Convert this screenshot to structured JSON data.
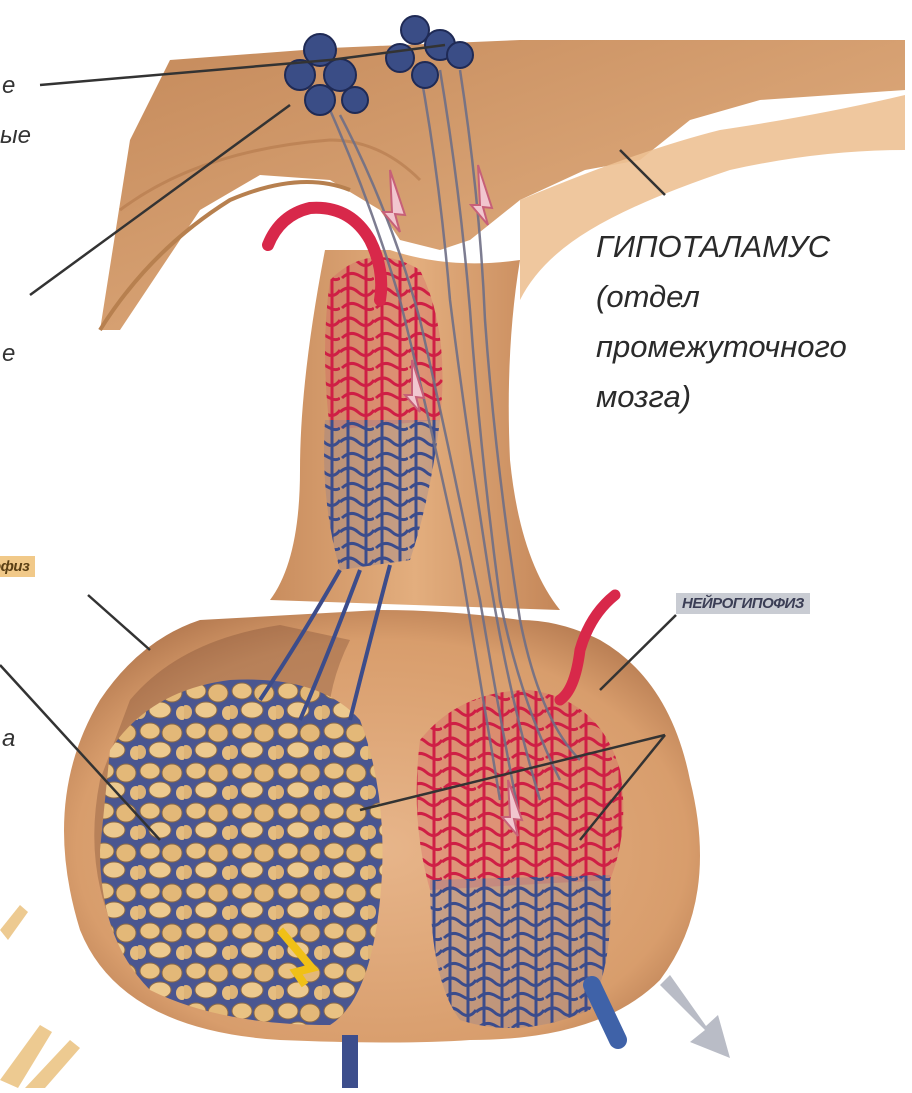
{
  "labels": {
    "hypothalamus": {
      "line1": "ГИПОТАЛАМУС",
      "line2": "(отдел",
      "line3": "промежуточного",
      "line4": "мозга)"
    },
    "neurohypophysis": "НЕЙРОГИПОФИЗ",
    "adenohypophysis_fragment": "офиз",
    "left_fragments": [
      "е",
      "ые",
      "е",
      "а"
    ]
  },
  "colors": {
    "tissue_light": "#e9b98a",
    "tissue_mid": "#d79a66",
    "tissue_dark": "#a8724a",
    "artery": "#d8284a",
    "vein": "#3e4f8e",
    "neuron_body": "#3a4d86",
    "cell_fill": "#e8c387",
    "neuro_tag_bg": "#c9ccd3",
    "adeno_tag_bg": "#f1c989"
  },
  "icons": [
    "neurosecretory-neuron-icon",
    "blood-flow-arrow-icon",
    "hormone-arrow-icon"
  ]
}
